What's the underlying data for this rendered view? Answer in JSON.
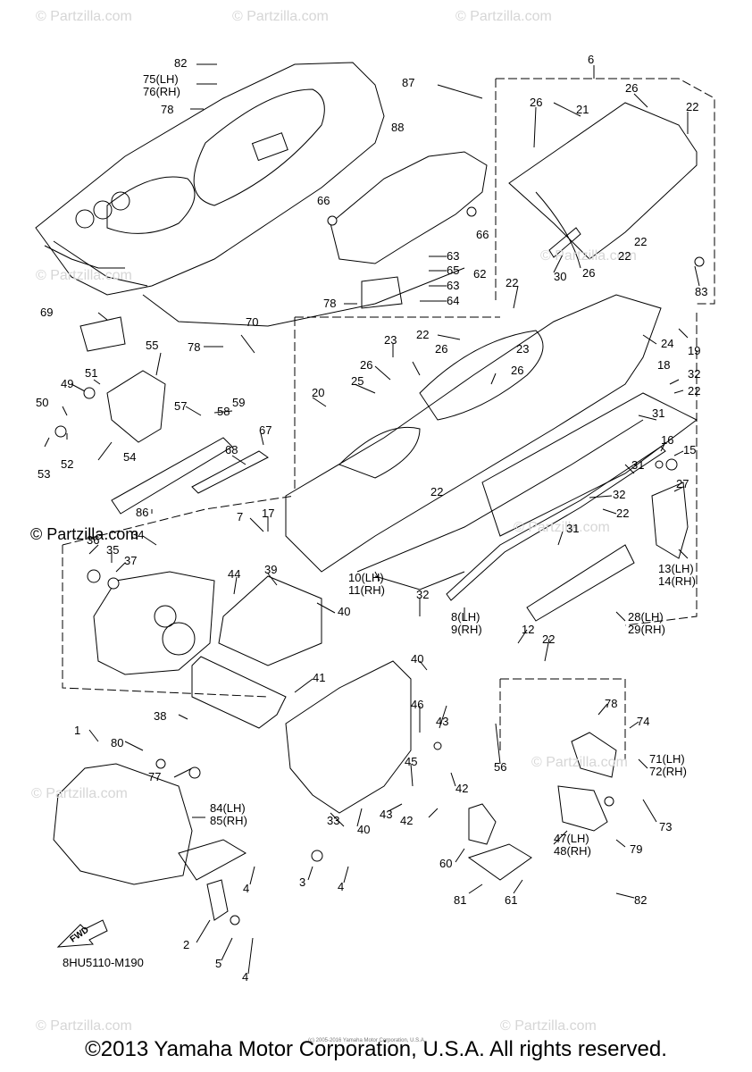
{
  "watermark": "© Partzilla.com",
  "brand_mark": "© Partzilla.com",
  "diagram_code": "8HU5110-M190",
  "fwd_label": "FWD",
  "callouts": {
    "c82a": "82",
    "c75": "75(LH)\n76(RH)",
    "c78a": "78",
    "c88": "88",
    "c66a": "66",
    "c66b": "66",
    "c87": "87",
    "c6": "6",
    "c26a": "26",
    "c26b": "26",
    "c21": "21",
    "c22a": "22",
    "c63a": "63",
    "c65": "65",
    "c62": "62",
    "c63b": "63",
    "c64": "64",
    "c22b": "22",
    "c22c": "22",
    "c26c": "26",
    "c30": "30",
    "c83": "83",
    "c69": "69",
    "c78b": "78",
    "c70": "70",
    "c78c": "78",
    "c22d": "22",
    "c22e": "22",
    "c24": "24",
    "c19": "19",
    "c18": "18",
    "c55": "55",
    "c51": "51",
    "c49": "49",
    "c23a": "23",
    "c23b": "23",
    "c26d": "26",
    "c26e": "26",
    "c26f": "26",
    "c25": "25",
    "c32a": "32",
    "c22f": "22",
    "c31a": "31",
    "c20": "20",
    "c57": "57",
    "c58": "58",
    "c59": "59",
    "c50": "50",
    "c52": "52",
    "c53": "53",
    "c54": "54",
    "c68": "68",
    "c67": "67",
    "c16": "16",
    "c15": "15",
    "c31b": "31",
    "c27": "27",
    "c22g": "22",
    "c32b": "32",
    "c22h": "22",
    "c86": "86",
    "c7": "7",
    "c17": "17",
    "c36": "36",
    "c34": "34",
    "c35": "35",
    "c37": "37",
    "c31c": "31",
    "c13": "13(LH)\n14(RH)",
    "c10": "10(LH)\n11(RH)",
    "c39": "39",
    "c44": "44",
    "c40a": "40",
    "c32c": "32",
    "c8": "8(LH)\n9(RH)",
    "c28": "28(LH)\n29(RH)",
    "c12": "12",
    "c22i": "22",
    "c40b": "40",
    "c41": "41",
    "c38": "38",
    "c46": "46",
    "c43a": "43",
    "c78d": "78",
    "c74": "74",
    "c1": "1",
    "c80": "80",
    "c77": "77",
    "c56": "56",
    "c71": "71(LH)\n72(RH)",
    "c45": "45",
    "c42a": "42",
    "c84": "84(LH)\n85(RH)",
    "c33": "33",
    "c40c": "40",
    "c43b": "43",
    "c42b": "42",
    "c73": "73",
    "c47": "47(LH)\n48(RH)",
    "c60": "60",
    "c79": "79",
    "c3": "3",
    "c4a": "4",
    "c4b": "4",
    "c81": "81",
    "c61": "61",
    "c82b": "82",
    "c2": "2",
    "c5": "5",
    "c4c": "4"
  },
  "footer": "©2013 Yamaha Motor Corporation, U.S.A. All rights reserved.",
  "footer_small": "(c) 2005-2016 Yamaha Motor Corporation, U.S.A."
}
